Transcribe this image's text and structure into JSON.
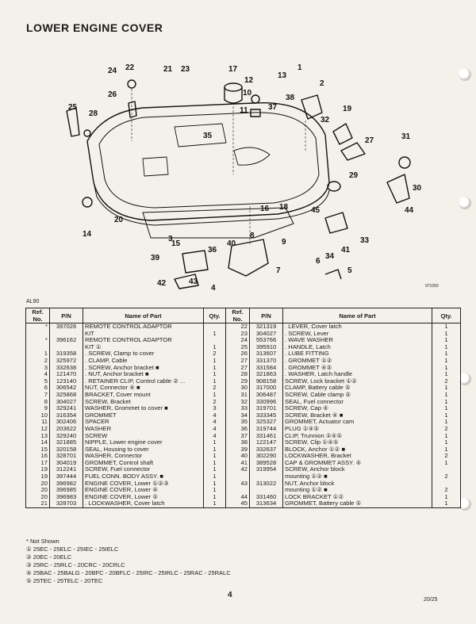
{
  "page": {
    "title": "LOWER ENGINE COVER",
    "diagram_code": "971050",
    "section_code": "AL90",
    "page_number": "4",
    "page_code": "20/25"
  },
  "diagram": {
    "callouts": [
      "1",
      "2",
      "3",
      "4",
      "5",
      "6",
      "7",
      "8",
      "9",
      "10",
      "11",
      "12",
      "13",
      "14",
      "15",
      "16",
      "17",
      "18",
      "19",
      "20",
      "21",
      "22",
      "23",
      "24",
      "25",
      "26",
      "27",
      "28",
      "29",
      "30",
      "31",
      "32",
      "33",
      "34",
      "35",
      "36",
      "37",
      "38",
      "39",
      "40",
      "41",
      "42",
      "43",
      "44",
      "45"
    ]
  },
  "table": {
    "headers": {
      "ref": "Ref. No.",
      "pn": "P/N",
      "name": "Name of Part",
      "qty": "Qty."
    },
    "rows": [
      {
        "l": [
          "*",
          "397026",
          "REMOTE CONTROL ADAPTOR",
          ""
        ],
        "r": [
          "22",
          "321319",
          ". LEVER, Cover latch",
          "1"
        ]
      },
      {
        "l": [
          "",
          "",
          "KIT",
          "1"
        ],
        "r": [
          "23",
          "304027",
          ". SCREW, Lever",
          "1"
        ]
      },
      {
        "l": [
          "*",
          "396162",
          "REMOTE CONTROL ADAPTOR",
          ""
        ],
        "r": [
          "24",
          "553766",
          ". WAVE WASHER",
          "1"
        ]
      },
      {
        "l": [
          "",
          "",
          "KIT ①",
          "1"
        ],
        "r": [
          "25",
          "395910",
          ". HANDLE, Latch",
          "1"
        ]
      },
      {
        "l": [
          "1",
          "319358",
          ". SCREW, Clamp to cover",
          "2"
        ],
        "r": [
          "26",
          "313607",
          ". LUBE FITTING",
          "1"
        ]
      },
      {
        "l": [
          "2",
          "325972",
          ". CLAMP, Cable",
          "1"
        ],
        "r": [
          "27",
          "331370",
          ". GROMMET ①②",
          "1"
        ]
      },
      {
        "l": [
          "3",
          "332638",
          ". SCREW, Anchor bracket ■",
          "1"
        ],
        "r": [
          "27",
          "331584",
          ". GROMMET ④⑤",
          "1"
        ]
      },
      {
        "l": [
          "4",
          "121470",
          ". NUT, Anchor bracket ■",
          "1"
        ],
        "r": [
          "28",
          "321863",
          ". WASHER, Latch handle",
          "1"
        ]
      },
      {
        "l": [
          "5",
          "123140",
          ". RETAINER CLIP, Control cable ② ...",
          "1"
        ],
        "r": [
          "29",
          "908158",
          "SCREW, Lock bracket ①②",
          "2"
        ]
      },
      {
        "l": [
          "6",
          "306542",
          "NUT, Connector ④ ■",
          "2"
        ],
        "r": [
          "30",
          "317000",
          "CLAMP, Battery cable ⑤",
          "1"
        ]
      },
      {
        "l": [
          "7",
          "325868",
          "BRACKET, Cover mount",
          "1"
        ],
        "r": [
          "31",
          "306487",
          "SCREW, Cable clamp ⑤",
          "1"
        ]
      },
      {
        "l": [
          "8",
          "304027",
          "SCREW, Bracket",
          "2"
        ],
        "r": [
          "32",
          "330996",
          "SEAL, Fuel connector",
          "1"
        ]
      },
      {
        "l": [
          "9",
          "329241",
          "WASHER, Grommet to cover ■",
          "3"
        ],
        "r": [
          "33",
          "319701",
          "SCREW, Cap ④",
          "1"
        ]
      },
      {
        "l": [
          "10",
          "316354",
          "GROMMET",
          "4"
        ],
        "r": [
          "34",
          "333345",
          "SCREW, Bracket ④ ■",
          "1"
        ]
      },
      {
        "l": [
          "11",
          "302406",
          "SPACER",
          "4"
        ],
        "r": [
          "35",
          "325327",
          "GROMMET, Actuator cam",
          "1"
        ]
      },
      {
        "l": [
          "12",
          "203622",
          "WASHER",
          "4"
        ],
        "r": [
          "36",
          "319744",
          "PLUG ①④⑤",
          "2"
        ]
      },
      {
        "l": [
          "13",
          "329240",
          "SCREW",
          "4"
        ],
        "r": [
          "37",
          "331461",
          "CLIP, Trunnion ②④⑤",
          "1"
        ]
      },
      {
        "l": [
          "14",
          "321885",
          "NIPPLE, Lower engine cover",
          "1"
        ],
        "r": [
          "38",
          "122147",
          "SCREW, Clip ①④⑤",
          "1"
        ]
      },
      {
        "l": [
          "15",
          "320158",
          "SEAL, Housing to cover",
          "1"
        ],
        "r": [
          "39",
          "332637",
          "BLOCK, Anchor ①② ■",
          "1"
        ]
      },
      {
        "l": [
          "16",
          "328701",
          "WASHER, Connector",
          "1"
        ],
        "r": [
          "40",
          "302290",
          "LOCKWASHER, Bracket",
          "2"
        ]
      },
      {
        "l": [
          "17",
          "304019",
          "GROMMET, Control shaft",
          "1"
        ],
        "r": [
          "41",
          "389528",
          "CAP & GROMMET ASSY. ④",
          "1"
        ]
      },
      {
        "l": [
          "19",
          "312241",
          "SCREW, Fuel connector",
          "1"
        ],
        "r": [
          "42",
          "319954",
          "SCREW, Anchor block",
          ""
        ]
      },
      {
        "l": [
          "19",
          "397444",
          "FUEL CONN. BODY ASSY. ■",
          "1"
        ],
        "r": [
          "",
          "",
          "mounting ①② ■",
          "2"
        ]
      },
      {
        "l": [
          "20",
          "396982",
          "ENGINE COVER, Lower ①②③",
          "1"
        ],
        "r": [
          "43",
          "313022",
          "NUT, Anchor block",
          ""
        ]
      },
      {
        "l": [
          "20",
          "396985",
          "ENGINE COVER, Lower ④",
          "1"
        ],
        "r": [
          "",
          "",
          "mounting ①② ■",
          "2"
        ]
      },
      {
        "l": [
          "20",
          "396983",
          "ENGINE COVER, Lower ⑤",
          "1"
        ],
        "r": [
          "44",
          "331460",
          "LOCK BRACKET ①②",
          "1"
        ]
      },
      {
        "l": [
          "21",
          "328703",
          ". LOCKWASHER, Cover latch",
          "1"
        ],
        "r": [
          "45",
          "313634",
          "GROMMET, Battery cable ⑤",
          "1"
        ]
      }
    ]
  },
  "notes": [
    "* Not Shown",
    "① 25EC - 25ELC - 25IEC - 25IELC",
    "② 20EC - 20ELC",
    "③ 25RC - 25RLC - 20CRC - 20CRLC",
    "④ 25BAC - 25BALG - 20BFC - 20BFLC - 25IRC - 25IRLC - 25RAC - 25RALC",
    "⑤ 25TEC - 25TELC - 20TEC"
  ]
}
